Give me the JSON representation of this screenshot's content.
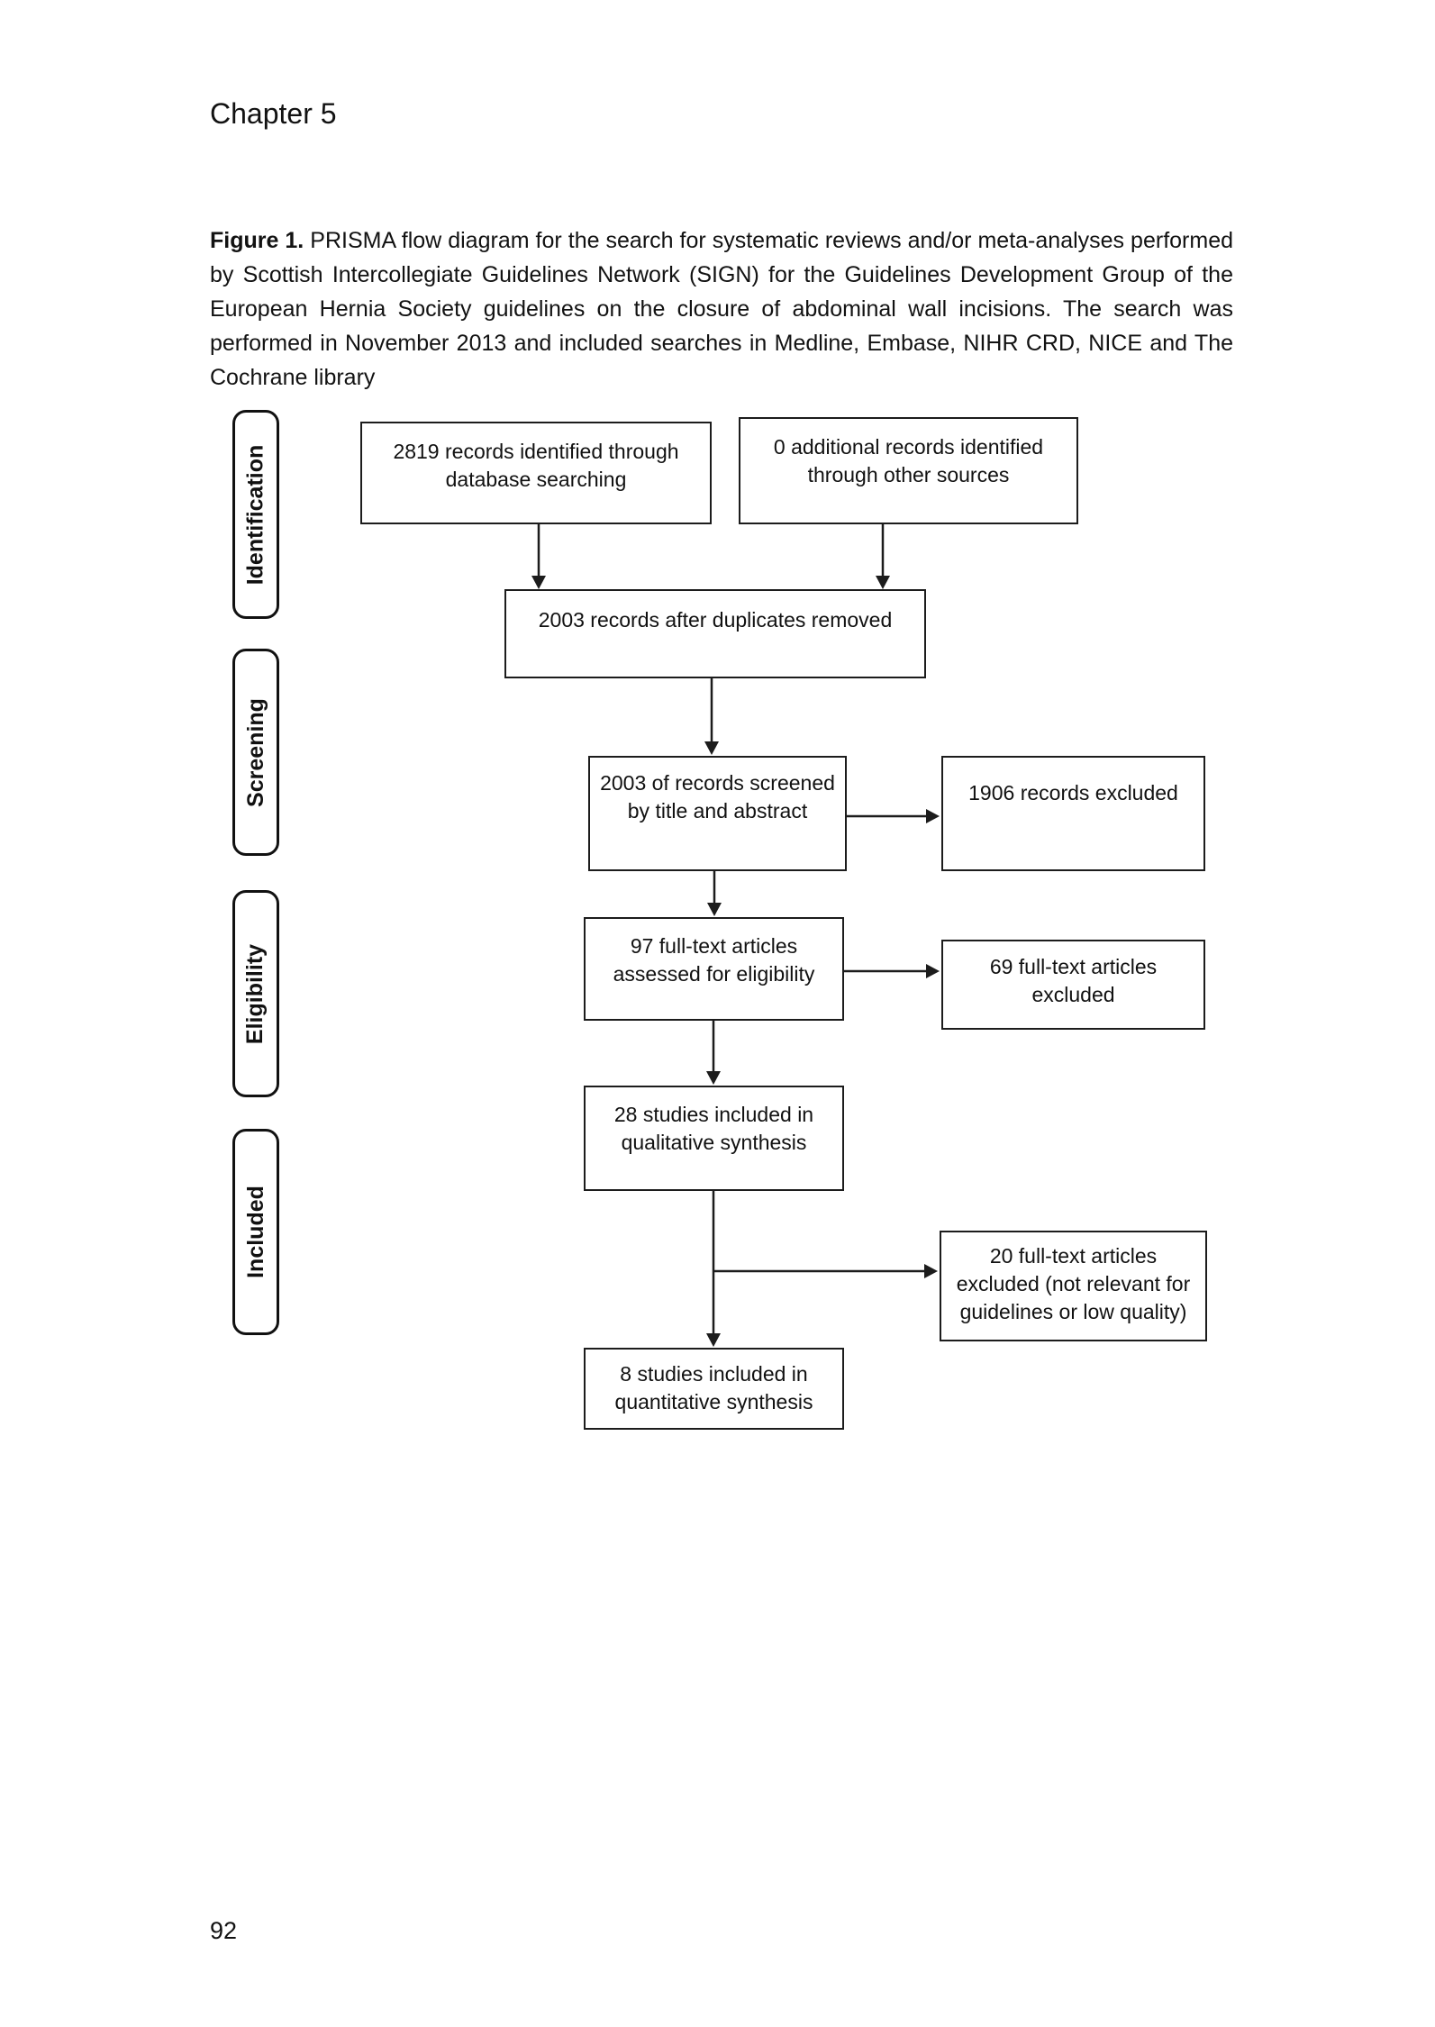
{
  "page": {
    "chapter_heading": "Chapter 5",
    "page_number": "92"
  },
  "caption": {
    "label": "Figure 1.",
    "text": " PRISMA flow diagram for the search for systematic reviews and/or meta-analyses performed by Scottish Intercollegiate Guidelines Network (SIGN) for the Guidelines Development Group of the European Hernia Society guidelines on the closure of abdominal wall incisions. The search was performed in November 2013 and included searches in Medline, Embase, NIHR CRD, NICE and The Cochrane library"
  },
  "diagram": {
    "stage_labels": {
      "identification": "Identification",
      "screening": "Screening",
      "eligibility": "Eligibility",
      "included": "Included"
    },
    "boxes": {
      "records_identified": "2819 records identified through\ndatabase searching",
      "additional_records": "0 additional records identified\nthrough other sources",
      "after_duplicates": "2003 records after duplicates removed",
      "records_screened": "2003 of records screened\nby title and abstract",
      "records_excluded": "1906 records excluded",
      "fulltext_assessed": "97 full-text articles\nassessed for eligibility",
      "fulltext_excluded": "69 full-text articles\nexcluded",
      "qualitative_synthesis": "28 studies included in\nqualitative synthesis",
      "excluded_not_relevant": "20 full-text articles\nexcluded (not relevant for\nguidelines or low quality)",
      "quantitative_synthesis": "8 studies included in\nquantitative synthesis"
    }
  }
}
